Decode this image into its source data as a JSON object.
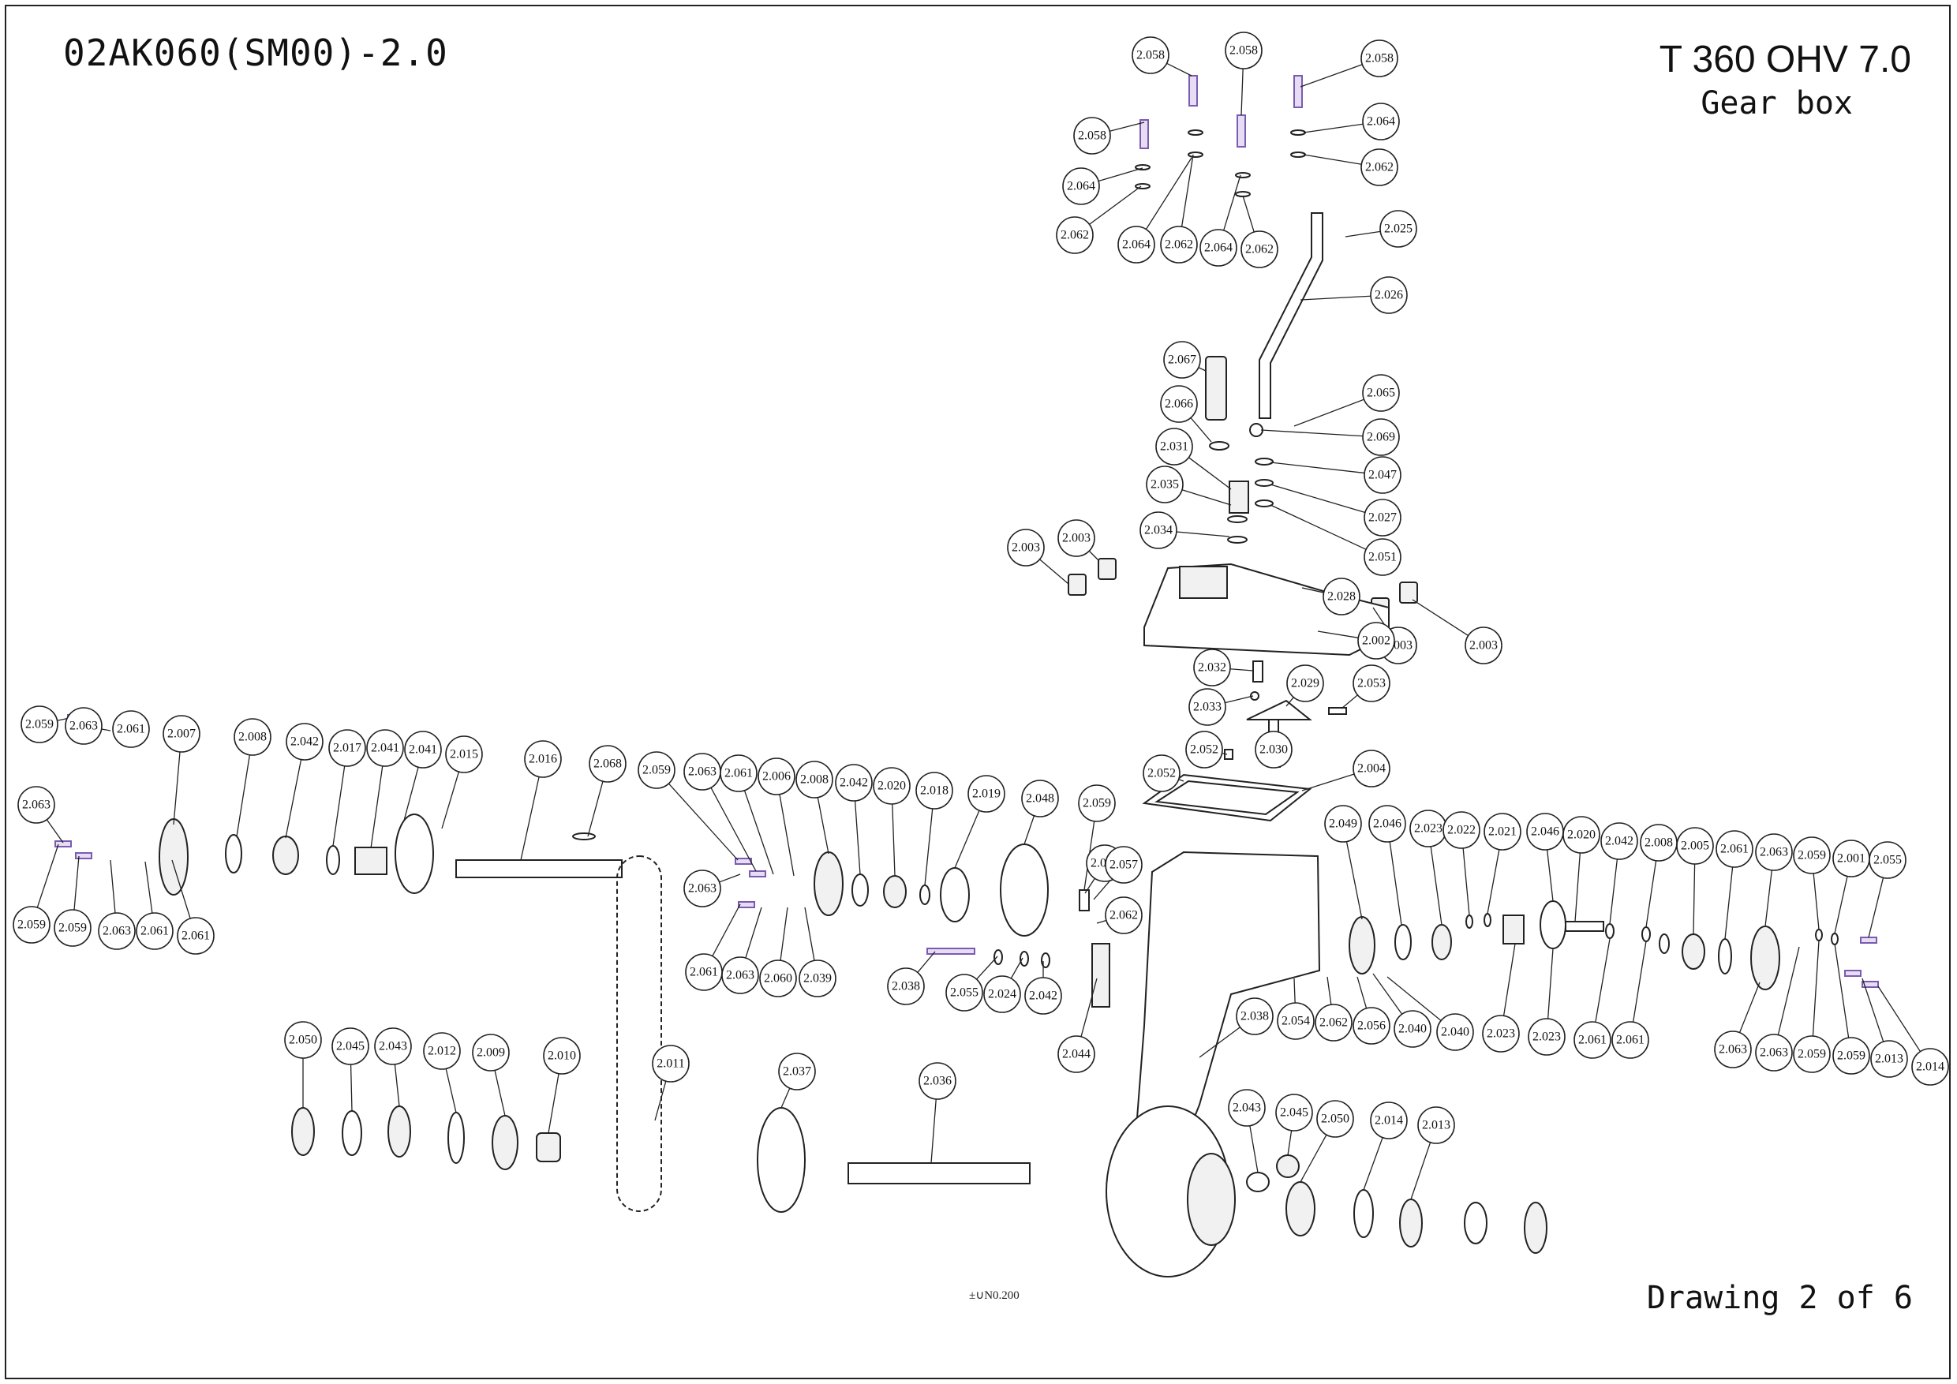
{
  "header": {
    "drawing_code": "02AK060(SM00)-2.0",
    "model": "T 360 OHV 7.0",
    "subtitle": "Gear box",
    "sheet": "Drawing 2 of 6",
    "stamp": "±∪N0.200"
  },
  "parts": [
    {
      "no": "2.058"
    },
    {
      "no": "2.058"
    },
    {
      "no": "2.058"
    },
    {
      "no": "2.058"
    },
    {
      "no": "2.064"
    },
    {
      "no": "2.062"
    },
    {
      "no": "2.064"
    },
    {
      "no": "2.062"
    },
    {
      "no": "2.064"
    },
    {
      "no": "2.062"
    },
    {
      "no": "2.064"
    },
    {
      "no": "2.062"
    },
    {
      "no": "2.025"
    },
    {
      "no": "2.026"
    },
    {
      "no": "2.067"
    },
    {
      "no": "2.066"
    },
    {
      "no": "2.065"
    },
    {
      "no": "2.069"
    },
    {
      "no": "2.031"
    },
    {
      "no": "2.047"
    },
    {
      "no": "2.035"
    },
    {
      "no": "2.027"
    },
    {
      "no": "2.034"
    },
    {
      "no": "2.051"
    },
    {
      "no": "2.003"
    },
    {
      "no": "2.003"
    },
    {
      "no": "2.028"
    },
    {
      "no": "2.003"
    },
    {
      "no": "2.003"
    },
    {
      "no": "2.002"
    },
    {
      "no": "2.032"
    },
    {
      "no": "2.029"
    },
    {
      "no": "2.053"
    },
    {
      "no": "2.033"
    },
    {
      "no": "2.052"
    },
    {
      "no": "2.030"
    },
    {
      "no": "2.052"
    },
    {
      "no": "2.004"
    },
    {
      "no": "2.059"
    },
    {
      "no": "2.063"
    },
    {
      "no": "2.061"
    },
    {
      "no": "2.007"
    },
    {
      "no": "2.008"
    },
    {
      "no": "2.042"
    },
    {
      "no": "2.017"
    },
    {
      "no": "2.041"
    },
    {
      "no": "2.041"
    },
    {
      "no": "2.015"
    },
    {
      "no": "2.016"
    },
    {
      "no": "2.068"
    },
    {
      "no": "2.063"
    },
    {
      "no": "2.059"
    },
    {
      "no": "2.059"
    },
    {
      "no": "2.063"
    },
    {
      "no": "2.061"
    },
    {
      "no": "2.061"
    },
    {
      "no": "2.059"
    },
    {
      "no": "2.063"
    },
    {
      "no": "2.061"
    },
    {
      "no": "2.006"
    },
    {
      "no": "2.008"
    },
    {
      "no": "2.042"
    },
    {
      "no": "2.020"
    },
    {
      "no": "2.018"
    },
    {
      "no": "2.019"
    },
    {
      "no": "2.048"
    },
    {
      "no": "2.059"
    },
    {
      "no": "2.059"
    },
    {
      "no": "2.063"
    },
    {
      "no": "2.061"
    },
    {
      "no": "2.063"
    },
    {
      "no": "2.060"
    },
    {
      "no": "2.039"
    },
    {
      "no": "2.057"
    },
    {
      "no": "2.062"
    },
    {
      "no": "2.038"
    },
    {
      "no": "2.055"
    },
    {
      "no": "2.024"
    },
    {
      "no": "2.042"
    },
    {
      "no": "2.044"
    },
    {
      "no": "2.049"
    },
    {
      "no": "2.046"
    },
    {
      "no": "2.023"
    },
    {
      "no": "2.022"
    },
    {
      "no": "2.021"
    },
    {
      "no": "2.046"
    },
    {
      "no": "2.020"
    },
    {
      "no": "2.042"
    },
    {
      "no": "2.008"
    },
    {
      "no": "2.005"
    },
    {
      "no": "2.061"
    },
    {
      "no": "2.063"
    },
    {
      "no": "2.059"
    },
    {
      "no": "2.001"
    },
    {
      "no": "2.055"
    },
    {
      "no": "2.038"
    },
    {
      "no": "2.054"
    },
    {
      "no": "2.062"
    },
    {
      "no": "2.056"
    },
    {
      "no": "2.040"
    },
    {
      "no": "2.040"
    },
    {
      "no": "2.023"
    },
    {
      "no": "2.023"
    },
    {
      "no": "2.061"
    },
    {
      "no": "2.061"
    },
    {
      "no": "2.063"
    },
    {
      "no": "2.063"
    },
    {
      "no": "2.059"
    },
    {
      "no": "2.059"
    },
    {
      "no": "2.013"
    },
    {
      "no": "2.014"
    },
    {
      "no": "2.050"
    },
    {
      "no": "2.045"
    },
    {
      "no": "2.043"
    },
    {
      "no": "2.012"
    },
    {
      "no": "2.009"
    },
    {
      "no": "2.010"
    },
    {
      "no": "2.011"
    },
    {
      "no": "2.037"
    },
    {
      "no": "2.036"
    },
    {
      "no": "2.043"
    },
    {
      "no": "2.045"
    },
    {
      "no": "2.050"
    },
    {
      "no": "2.014"
    },
    {
      "no": "2.013"
    }
  ]
}
